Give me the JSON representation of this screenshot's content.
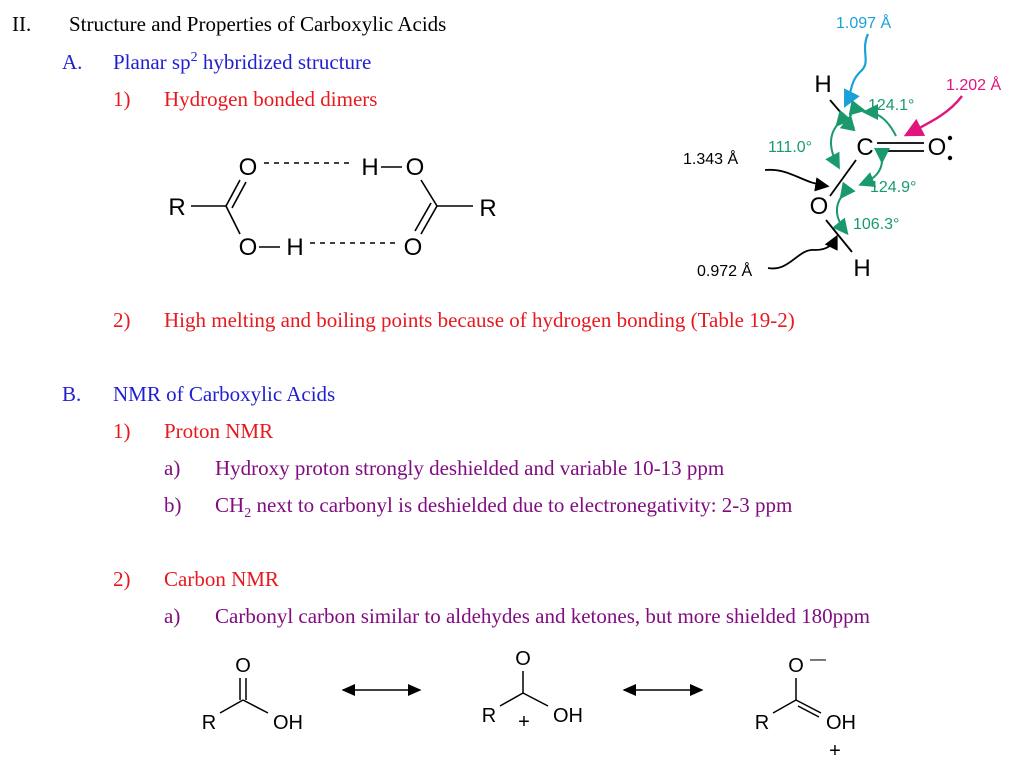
{
  "outline": {
    "section_ii": {
      "num": "II.",
      "text": "Structure and Properties of Carboxylic Acids"
    },
    "item_a": {
      "num": "A.",
      "text_pre": "Planar sp",
      "sup": "2",
      "text_post": " hybridized structure"
    },
    "item_a1": {
      "num": "1)",
      "text": "Hydrogen bonded dimers"
    },
    "item_a2": {
      "num": "2)",
      "text": "High melting and boiling points because of hydrogen bonding (Table 19-2)"
    },
    "item_b": {
      "num": "B.",
      "text": "NMR of Carboxylic Acids"
    },
    "item_b1": {
      "num": "1)",
      "text": "Proton NMR"
    },
    "item_b1a": {
      "num": "a)",
      "text": "Hydroxy proton strongly deshielded and variable 10-13 ppm"
    },
    "item_b1b": {
      "num": "b)",
      "text_pre": "CH",
      "sub": "2",
      "text_post": " next to carbonyl is deshielded due to electronegativity: 2-3 ppm"
    },
    "item_b2": {
      "num": "2)",
      "text": "Carbon NMR"
    },
    "item_b2a": {
      "num": "a)",
      "text": "Carbonyl carbon similar to aldehydes and ketones, but more shielded 180ppm"
    }
  },
  "dimer": {
    "o_top_left": "O",
    "h_top": "H",
    "o_top_right": "O",
    "r_left": "R",
    "r_right": "R",
    "o_bottom_left": "O",
    "h_bottom": "H",
    "o_bottom_right": "O"
  },
  "structure": {
    "h_top": "H",
    "c_atom": "C",
    "o_carbonyl": "O",
    "o_hydroxyl": "O",
    "h_bottom": "H",
    "bond_ch": "1.097 Å",
    "bond_co_double": "1.202 Å",
    "bond_co_single": "1.343 Å",
    "bond_oh": "0.972 Å",
    "angle_hco": "124.1°",
    "angle_hco_single": "111.0°",
    "angle_oco": "124.9°",
    "angle_coh": "106.3°",
    "colors": {
      "blue": "#1aa1d8",
      "magenta": "#e0157e",
      "green": "#1a9a6c"
    }
  },
  "resonance": {
    "s1": {
      "o": "O",
      "r": "R",
      "oh": "OH"
    },
    "s2": {
      "o": "O",
      "r": "R",
      "oh": "OH",
      "plus": "+"
    },
    "s3": {
      "o": "O",
      "minus": "—",
      "r": "R",
      "oh": "OH",
      "plus": "+"
    }
  }
}
